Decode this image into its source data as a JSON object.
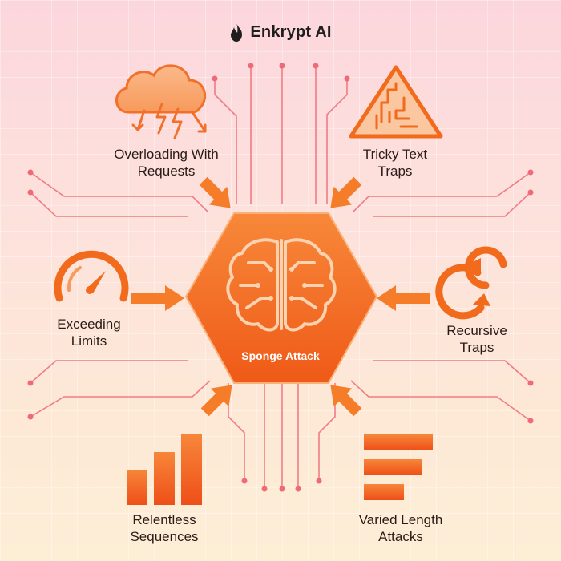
{
  "brand": {
    "name": "Enkrypt AI"
  },
  "center": {
    "label": "Sponge Attack"
  },
  "nodes": [
    {
      "label_line1": "Overloading With",
      "label_line2": "Requests",
      "icon": "storm-cloud-icon"
    },
    {
      "label_line1": "Tricky Text",
      "label_line2": "Traps",
      "icon": "maze-warning-icon"
    },
    {
      "label_line1": "Exceeding",
      "label_line2": "Limits",
      "icon": "speedometer-icon"
    },
    {
      "label_line1": "Recursive",
      "label_line2": "Traps",
      "icon": "recursive-arrows-icon"
    },
    {
      "label_line1": "Relentless",
      "label_line2": "Sequences",
      "icon": "bar-chart-icon"
    },
    {
      "label_line1": "Varied Length",
      "label_line2": "Attacks",
      "icon": "varied-bars-icon"
    }
  ],
  "colors": {
    "primary": "#f26a1b",
    "deep": "#e24e12",
    "light": "#fbb078",
    "circuit": "#ec5f6d"
  }
}
